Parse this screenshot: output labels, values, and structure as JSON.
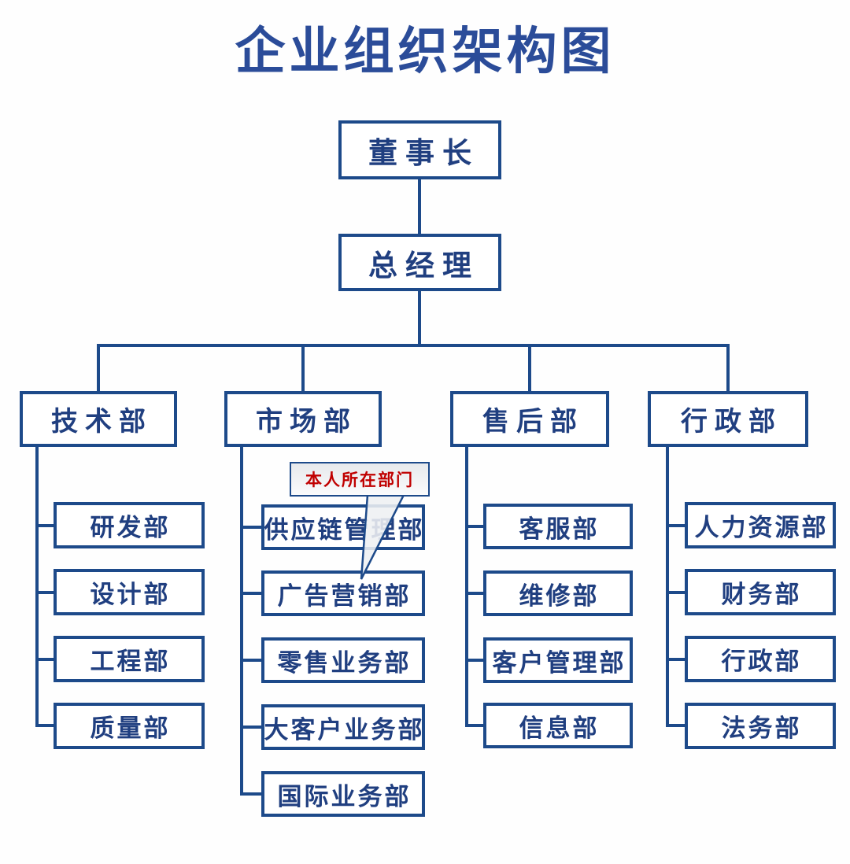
{
  "title": "企业组织架构图",
  "colors": {
    "title": "#2b4c99",
    "accent": "#1d4a8a",
    "text": "#203f80",
    "red": "#c00000"
  },
  "org": {
    "chairman": "董事长",
    "general_manager": "总经理",
    "departments": [
      {
        "label": "技术部",
        "children": [
          "研发部",
          "设计部",
          "工程部",
          "质量部"
        ]
      },
      {
        "label": "市场部",
        "children": [
          "供应链管理部",
          "广告营销部",
          "零售业务部",
          "大客户业务部",
          "国际业务部"
        ]
      },
      {
        "label": "售后部",
        "children": [
          "客服部",
          "维修部",
          "客户管理部",
          "信息部"
        ]
      },
      {
        "label": "行政部",
        "children": [
          "人力资源部",
          "财务部",
          "行政部",
          "法务部"
        ]
      }
    ]
  },
  "callout": {
    "label": "本人所在部门",
    "target": "广告营销部"
  }
}
